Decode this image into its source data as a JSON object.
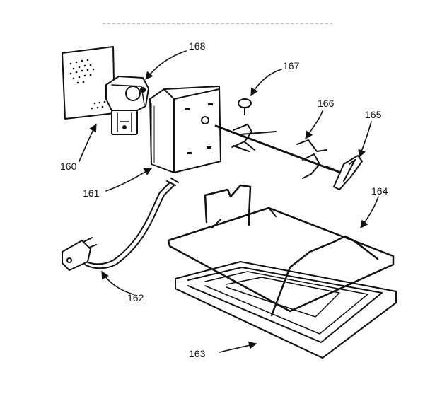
{
  "parts": [
    {
      "id": "160",
      "name": "mounting-plate"
    },
    {
      "id": "161",
      "name": "motor-housing"
    },
    {
      "id": "162",
      "name": "power-cord"
    },
    {
      "id": "163",
      "name": "drip-pan"
    },
    {
      "id": "164",
      "name": "roasting-rack"
    },
    {
      "id": "165",
      "name": "spit-handle"
    },
    {
      "id": "166",
      "name": "spit-rod"
    },
    {
      "id": "167",
      "name": "thumb-screw"
    },
    {
      "id": "168",
      "name": "rotisserie-motor"
    }
  ]
}
